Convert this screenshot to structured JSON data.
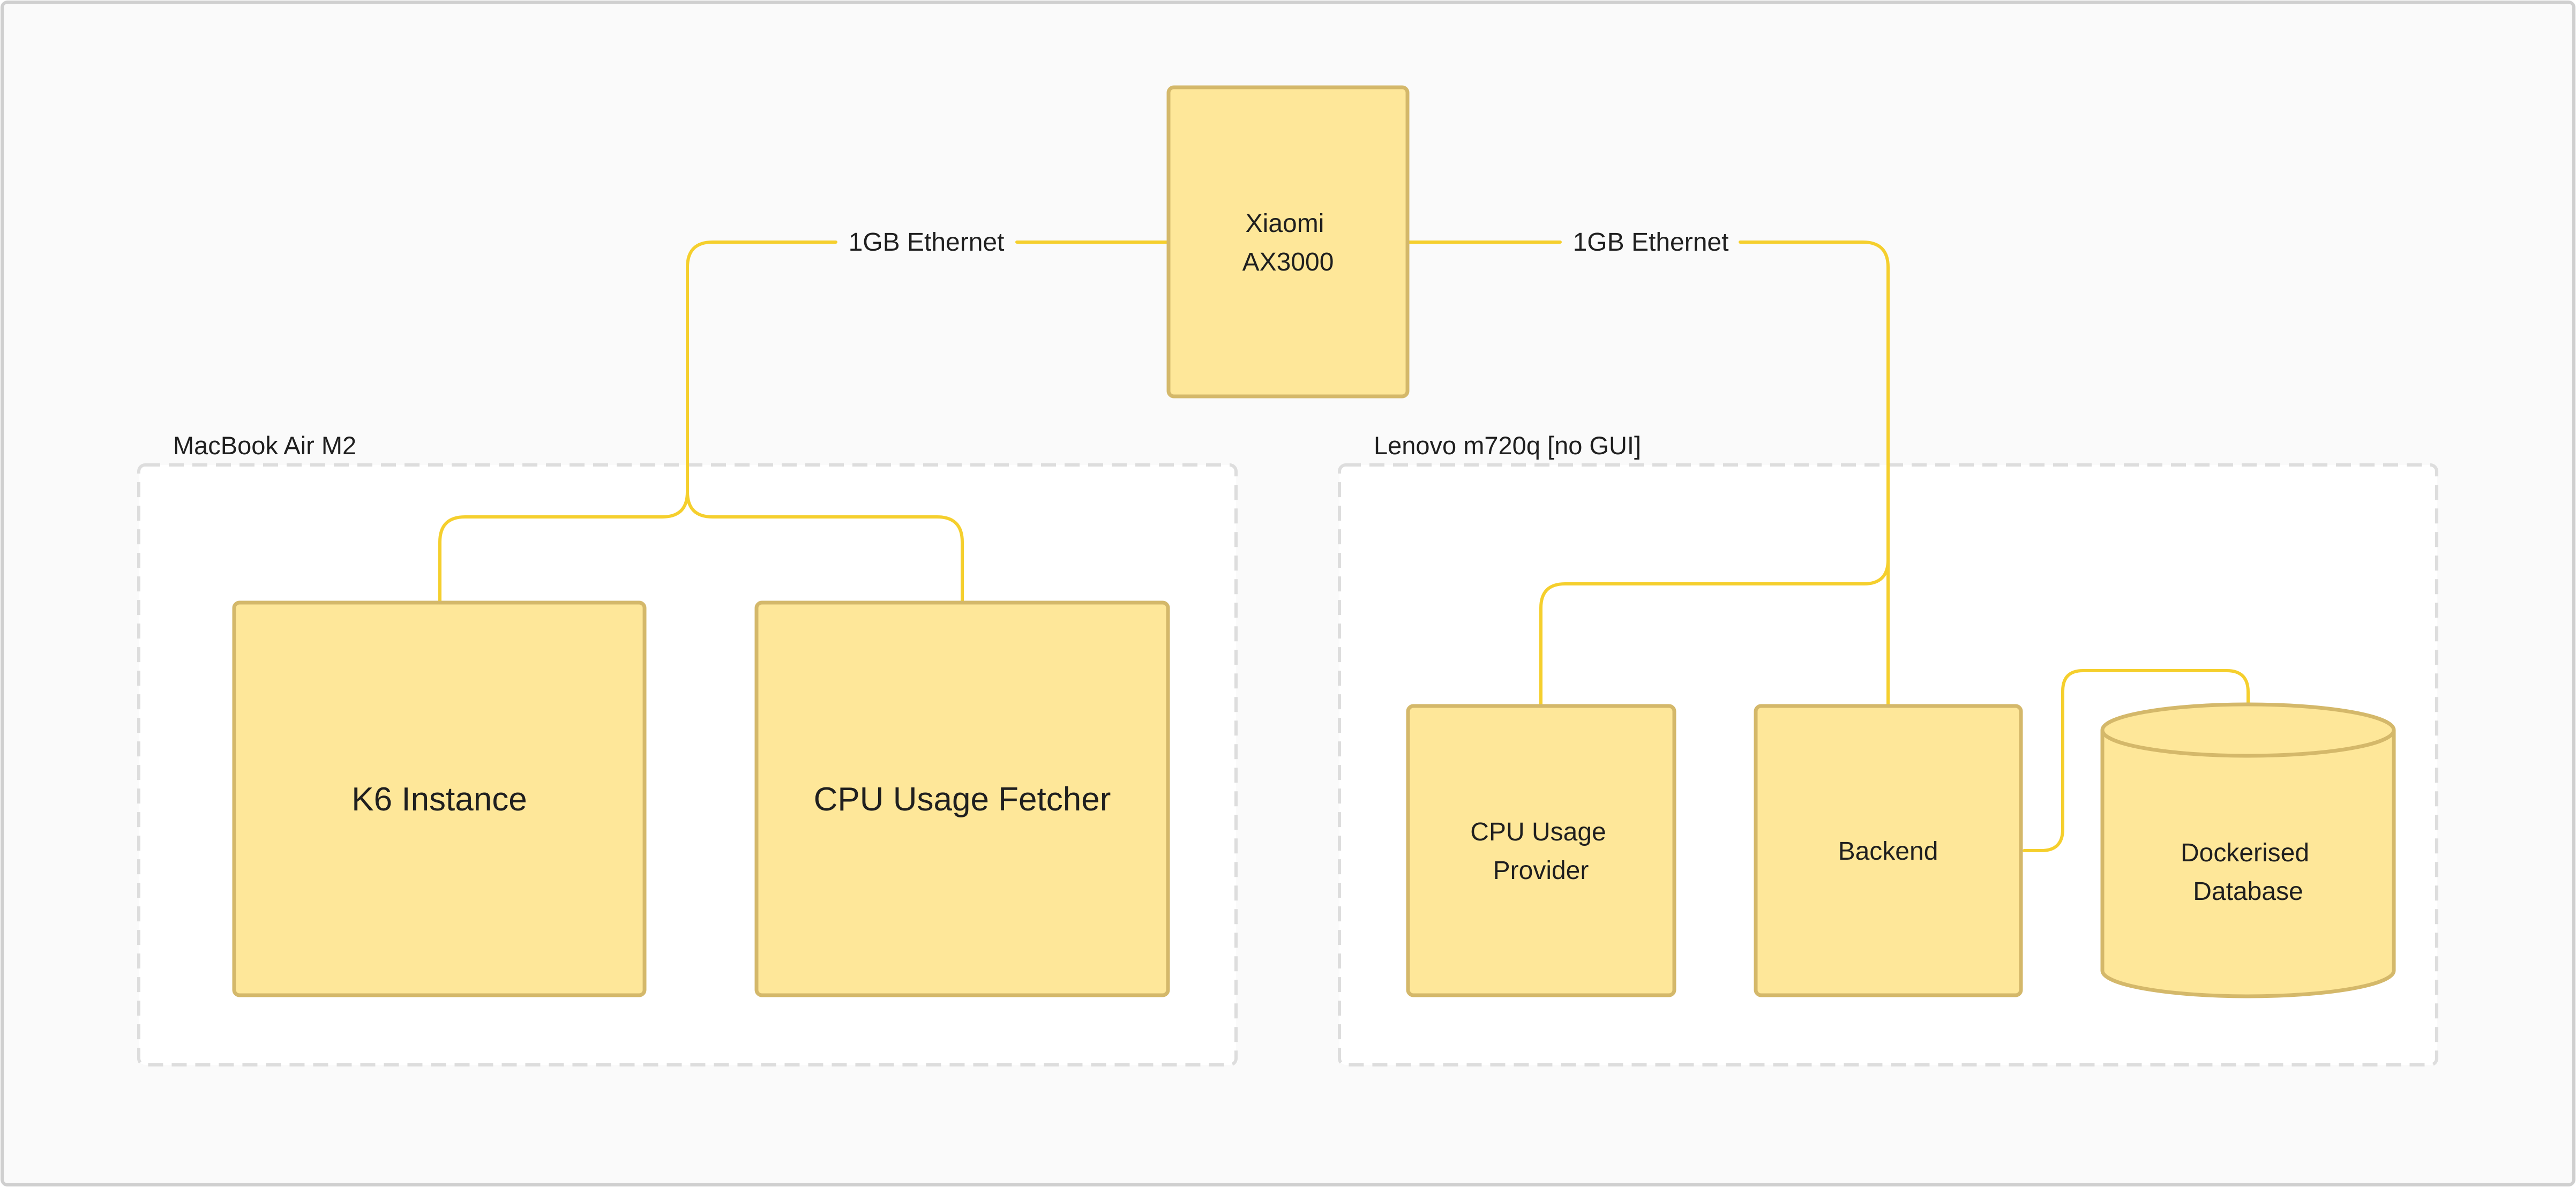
{
  "diagram": {
    "groups": {
      "macbook": "MacBook Air M2",
      "lenovo": "Lenovo m720q [no GUI]"
    },
    "nodes": {
      "router": [
        "Xiaomi",
        "AX3000"
      ],
      "k6": [
        "K6 Instance"
      ],
      "cpu_fetcher": [
        "CPU Usage Fetcher"
      ],
      "cpu_provider": [
        "CPU Usage",
        "Provider"
      ],
      "backend": [
        "Backend"
      ],
      "database": [
        "Dockerised",
        "Database"
      ]
    },
    "links": {
      "left": "1GB Ethernet",
      "right": "1GB Ethernet"
    },
    "colors": {
      "node_fill": "#fee799",
      "node_stroke": "#d4b86a",
      "wire": "#f5cf2d",
      "group_border": "#dddddd",
      "background": "#fafafa"
    }
  }
}
